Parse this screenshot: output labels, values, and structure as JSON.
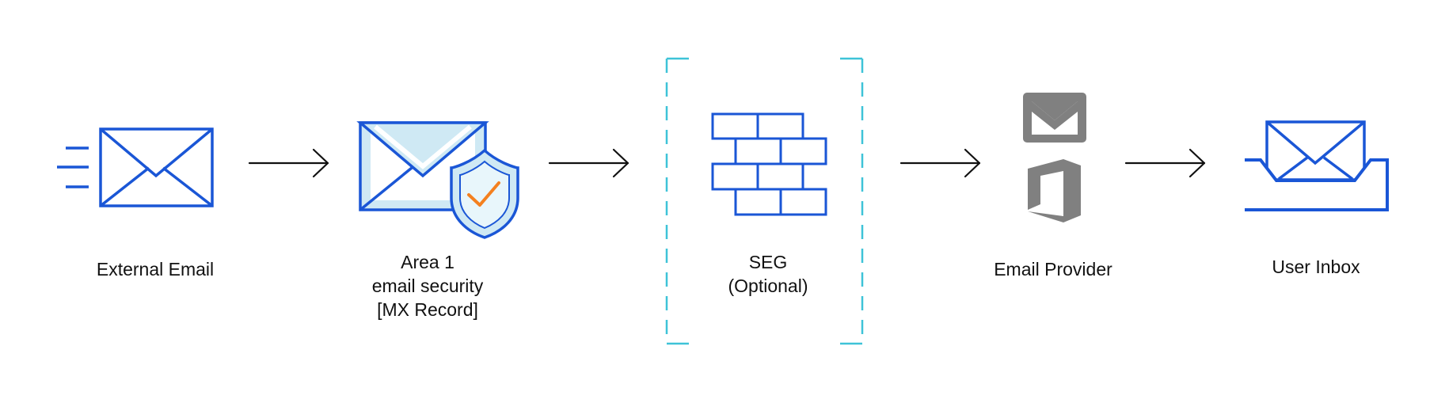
{
  "diagram": {
    "colors": {
      "primary_blue": "#1a56d6",
      "light_blue_fill": "#cfe9f4",
      "dashed_bracket": "#3ec3d8",
      "check_orange": "#f4801f",
      "provider_gray": "#808080",
      "arrow": "#111111"
    },
    "nodes": [
      {
        "id": "external-email",
        "icon": "speeding-envelope-icon",
        "lines": [
          "External Email"
        ]
      },
      {
        "id": "area1",
        "icon": "envelope-shield-check-icon",
        "lines": [
          "Area 1",
          "email security",
          "[MX Record]"
        ]
      },
      {
        "id": "seg",
        "icon": "firewall-brick-icon",
        "lines": [
          "SEG"
        ],
        "sub": "(Optional)"
      },
      {
        "id": "email-provider",
        "icon": "gmail-office-icon",
        "lines": [
          "Email Provider"
        ]
      },
      {
        "id": "user-inbox",
        "icon": "inbox-tray-icon",
        "lines": [
          "User Inbox"
        ]
      }
    ],
    "edges": [
      [
        "external-email",
        "area1"
      ],
      [
        "area1",
        "seg"
      ],
      [
        "seg",
        "email-provider"
      ],
      [
        "email-provider",
        "user-inbox"
      ]
    ]
  }
}
